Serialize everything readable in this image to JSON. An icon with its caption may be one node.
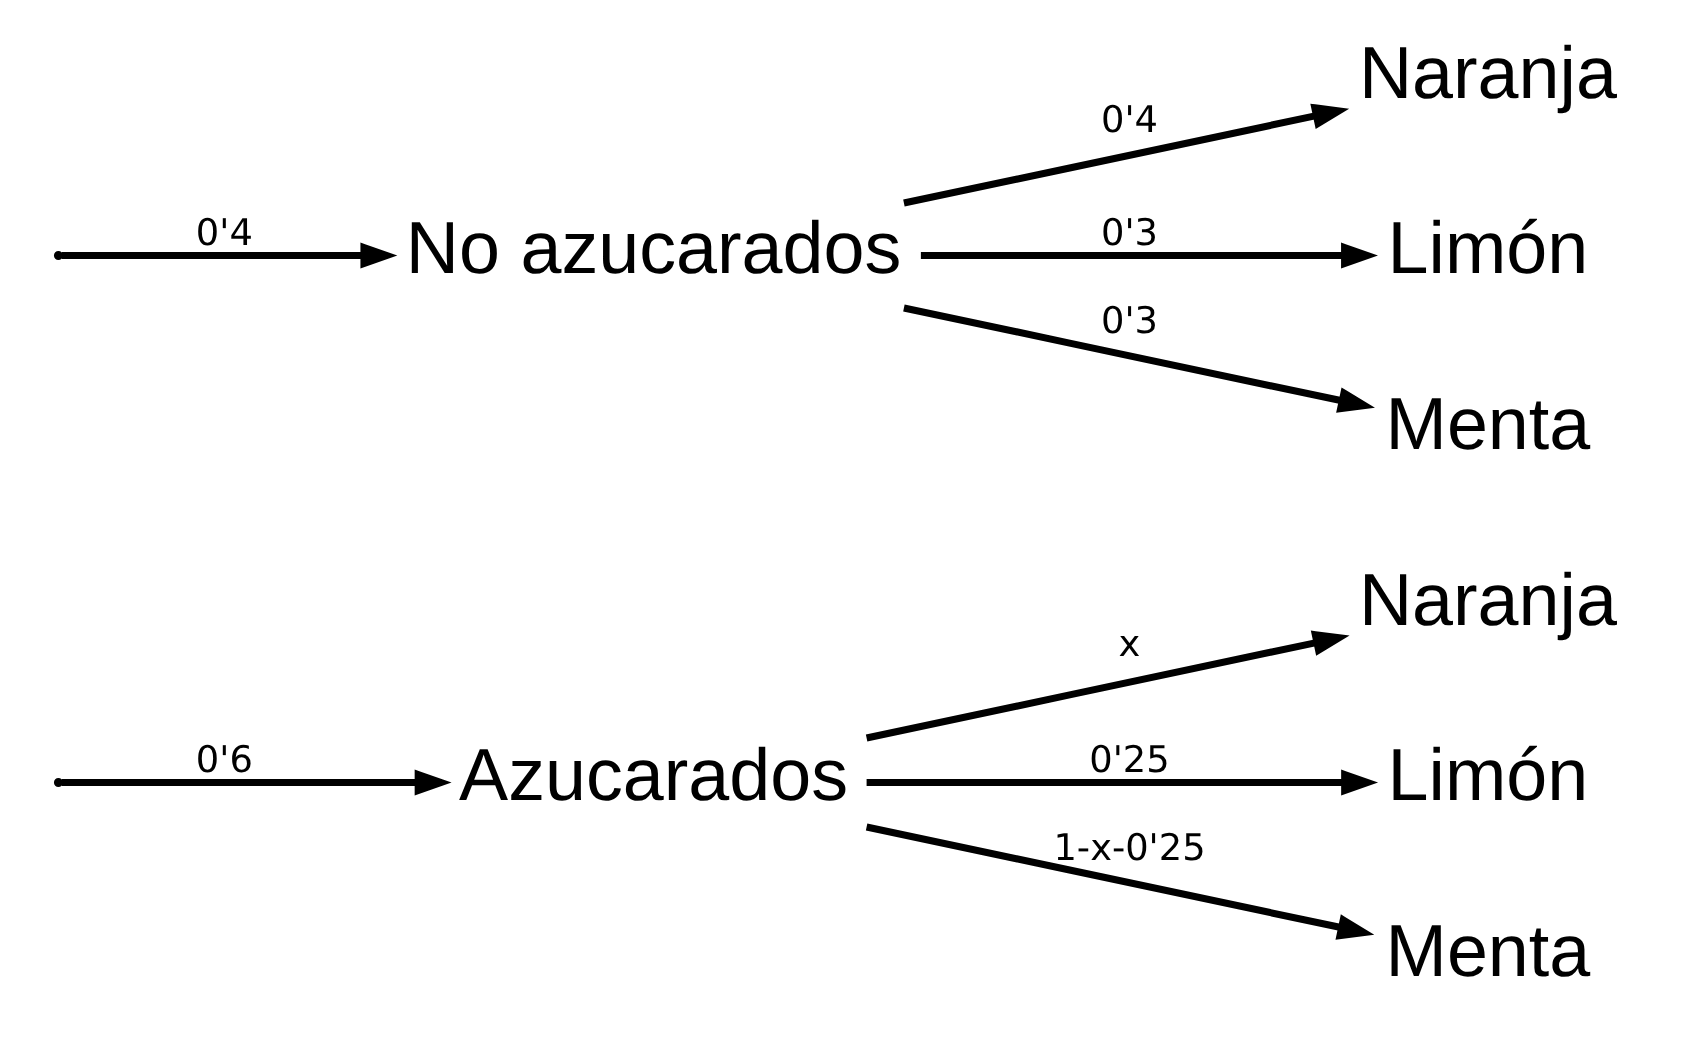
{
  "diagram": {
    "nodes": [
      {
        "text": [
          "Azucarados"
        ]
      },
      {
        "text": [
          "Naranja"
        ]
      },
      {
        "text": [
          "Limón"
        ]
      },
      {
        "text": [
          "Menta"
        ]
      },
      {
        "text": [
          "No azucarados"
        ]
      },
      {
        "text": [
          "Naranja"
        ]
      },
      {
        "text": [
          "Limón"
        ]
      },
      {
        "text": [
          "Menta"
        ]
      }
    ],
    "edges": [
      {
        "from": null,
        "to": 0,
        "arrow": "to",
        "label": "0'6"
      },
      {
        "from": null,
        "to": 4,
        "arrow": "to",
        "label": "0'4"
      },
      {
        "from": 0,
        "to": 1,
        "arrow": "to",
        "label": "x"
      },
      {
        "from": 0,
        "to": 2,
        "arrow": "to",
        "label": "0'25"
      },
      {
        "from": 0,
        "to": 3,
        "arrow": "to",
        "label": "1-x-0'25"
      },
      {
        "from": 4,
        "to": 5,
        "arrow": "to",
        "label": "0'4"
      },
      {
        "from": 4,
        "to": 6,
        "arrow": "to",
        "label": "0'3"
      },
      {
        "from": 4,
        "to": 7,
        "arrow": "to",
        "label": "0'3"
      }
    ]
  }
}
